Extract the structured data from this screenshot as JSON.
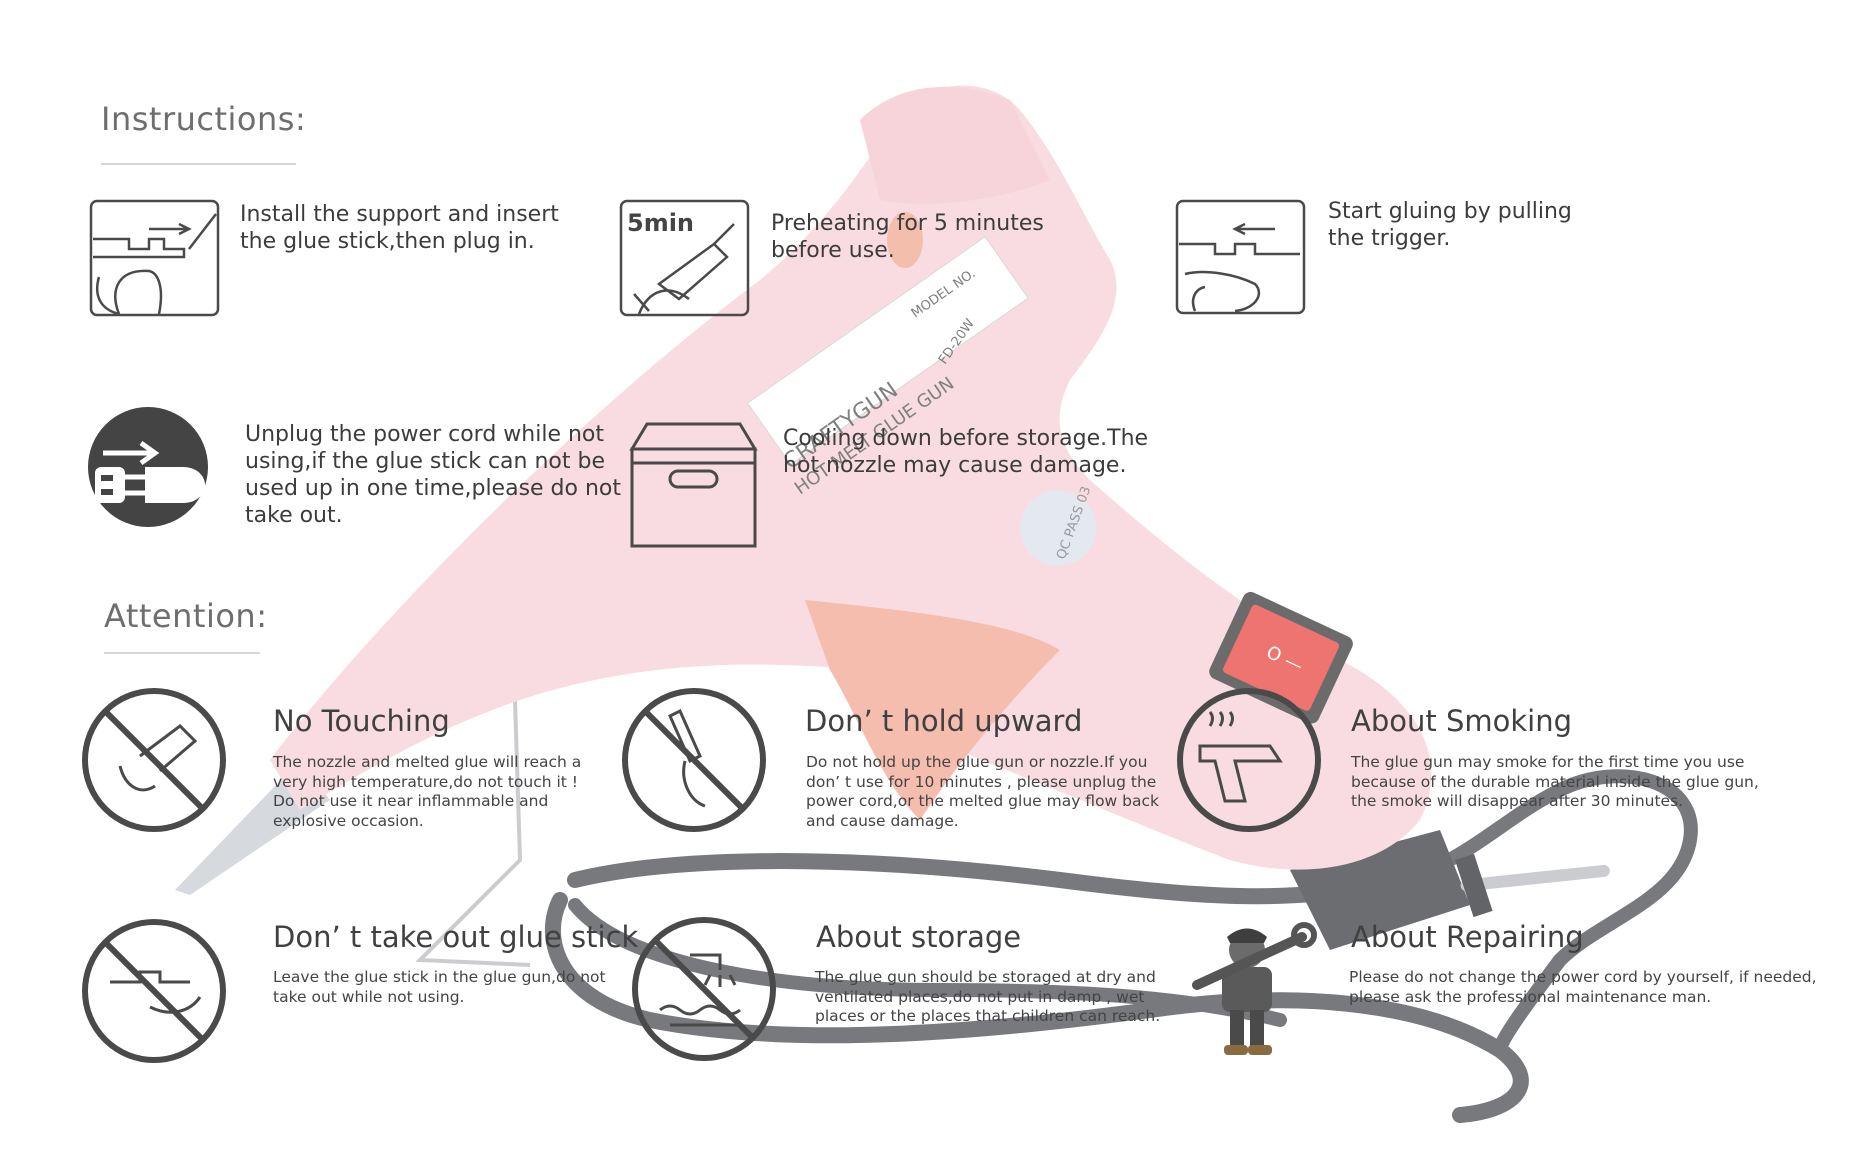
{
  "product": {
    "brand_label": "CRAFTYGUN",
    "product_label": "HOT MELT GLUE GUN",
    "model_label": "MODEL NO.",
    "model_number": "FD-20W",
    "qc_stamp": "QC PASS 03",
    "colors": {
      "body": "#f7d4da",
      "body_shade": "#efc1c9",
      "trigger": "#f2a995",
      "switch": "#e8443f",
      "nozzle": "#c9ccd2",
      "cord": "#3f4247",
      "icon_stroke": "#4a4a4a"
    }
  },
  "instructions": {
    "title": "Instructions:",
    "steps": [
      {
        "icon": "insert-glue-stick-icon",
        "text": "Install the support and insert\nthe glue stick,then plug in."
      },
      {
        "icon": "preheat-5min-icon",
        "icon_label": "5min",
        "text": "Preheating for 5 minutes\nbefore use."
      },
      {
        "icon": "pull-trigger-icon",
        "text": "Start gluing by pulling\nthe trigger."
      },
      {
        "icon": "unplug-icon",
        "text": "Unplug the power cord while not\nusing,if the glue stick can not be\nused up in one time,please do not\ntake out."
      },
      {
        "icon": "storage-box-icon",
        "text": "Cooling down before storage.The\nhot nozzle may cause damage."
      }
    ]
  },
  "attention": {
    "title": "Attention:",
    "items": [
      {
        "icon": "no-touching-icon",
        "title": "No Touching",
        "text": "The nozzle and melted glue will reach a\nvery high temperature,do not touch it !\nDo not use it near inflammable and\nexplosive occasion."
      },
      {
        "icon": "no-upward-icon",
        "title": "Don’ t hold upward",
        "text": "Do not hold up the glue gun or nozzle.If you\ndon’ t use for 10 minutes , please unplug the\npower cord,or the melted glue may flow back\nand cause damage."
      },
      {
        "icon": "smoking-icon",
        "title": "About Smoking",
        "text": "The glue gun may smoke for the first time you use\nbecause of the durable material inside the glue gun,\nthe smoke will disappear after 30 minutes."
      },
      {
        "icon": "no-remove-stick-icon",
        "title": "Don’ t take out glue stick",
        "text": "Leave the glue stick in the glue gun,do not\ntake out while not using."
      },
      {
        "icon": "storage-dry-icon",
        "title": "About storage",
        "text": "The glue gun should be storaged at dry and\nventilated places,do not put in damp ,  wet\nplaces or the places that children can reach."
      },
      {
        "icon": "repairman-icon",
        "title": "About Repairing",
        "text": "Please do not change the power cord by yourself, if needed,\nplease ask the professional maintenance man."
      }
    ]
  }
}
